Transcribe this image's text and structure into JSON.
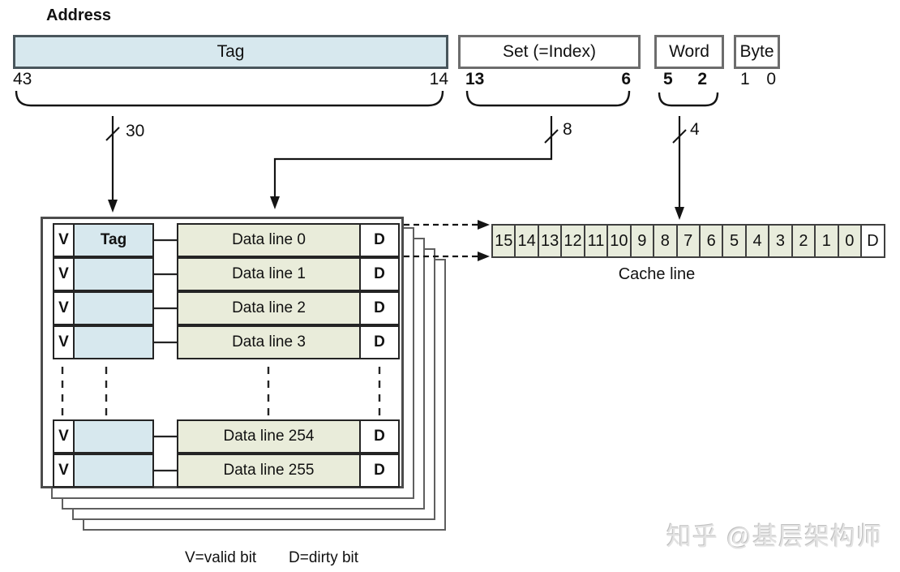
{
  "address": {
    "title": "Address",
    "fields": [
      {
        "label": "Tag",
        "high_bit": "43",
        "low_bit": "14",
        "bus_width": "30"
      },
      {
        "label": "Set (=Index)",
        "high_bit": "13",
        "low_bit": "6",
        "bus_width": "8"
      },
      {
        "label": "Word",
        "high_bit": "5",
        "low_bit": "2",
        "bus_width": "4"
      },
      {
        "label": "Byte",
        "high_bit": "1",
        "low_bit": "0"
      }
    ]
  },
  "cache": {
    "rows": [
      {
        "valid": "V",
        "tag_label": "Tag",
        "data_label": "Data line 0",
        "dirty": "D"
      },
      {
        "valid": "V",
        "tag_label": "",
        "data_label": "Data line 1",
        "dirty": "D"
      },
      {
        "valid": "V",
        "tag_label": "",
        "data_label": "Data line 2",
        "dirty": "D"
      },
      {
        "valid": "V",
        "tag_label": "",
        "data_label": "Data line 3",
        "dirty": "D"
      },
      {
        "valid": "V",
        "tag_label": "",
        "data_label": "Data line 254",
        "dirty": "D"
      },
      {
        "valid": "V",
        "tag_label": "",
        "data_label": "Data line 255",
        "dirty": "D"
      }
    ]
  },
  "cache_line": {
    "bit_cells": [
      "15",
      "14",
      "13",
      "12",
      "11",
      "10",
      "9",
      "8",
      "7",
      "6",
      "5",
      "4",
      "3",
      "2",
      "1",
      "0"
    ],
    "dirty_cell": "D",
    "caption": "Cache line"
  },
  "legend": {
    "valid": "V=valid bit",
    "dirty": "D=dirty bit"
  },
  "watermark": {
    "text": "知乎 @基层架构师"
  },
  "colors": {
    "field_blue": "#d7e8ee",
    "data_green": "#e9ecda",
    "line_green": "#e8ecdc",
    "border_dark": "#4c4c4c"
  }
}
